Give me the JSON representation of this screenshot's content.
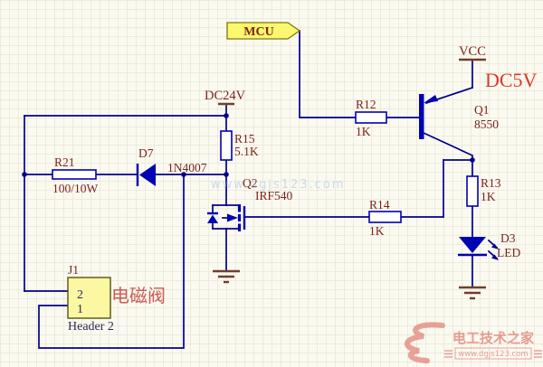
{
  "colors": {
    "background": "#fbfaf1",
    "grid": "#edeadd",
    "wire": "#00008c",
    "component": "#0000b4",
    "label": "#7b241c",
    "power": "#6e3f2e",
    "accent_red": "#d93a2b",
    "cjk_red": "#cc5a50",
    "pin_text": "#2a2a55",
    "flag_fill": "#fbf76e",
    "flag_border": "#7d7a12",
    "connector_fill": "#fcf7a3",
    "connector_border": "#55530e",
    "watermark_red": "#e07c70",
    "watermark_blue": "#8fb0dd"
  },
  "power_ports": {
    "mcu": "MCU",
    "dc24v": "DC24V",
    "vcc": "VCC",
    "dc5v": "DC5V"
  },
  "components": {
    "r12": {
      "ref": "R12",
      "value": "1K"
    },
    "r13": {
      "ref": "R13",
      "value": "1K"
    },
    "r14": {
      "ref": "R14",
      "value": "1K"
    },
    "r15": {
      "ref": "R15",
      "value": "5.1K"
    },
    "r21": {
      "ref": "R21",
      "value": "100/10W"
    },
    "d7": {
      "ref": "D7",
      "value": "1N4007"
    },
    "d3": {
      "ref": "D3",
      "value": "LED"
    },
    "q1": {
      "ref": "Q1",
      "value": "8550"
    },
    "q2": {
      "ref": "Q2",
      "value": "IRF540"
    },
    "j1": {
      "ref": "J1",
      "footprint": "Header 2",
      "pin_top": "2",
      "pin_bottom": "1",
      "annotation": "电磁阀"
    }
  },
  "watermarks": {
    "center_url": "www.dgjs123.com",
    "site_name": "电工技术之家",
    "site_url": "www.dgjs123.com"
  }
}
